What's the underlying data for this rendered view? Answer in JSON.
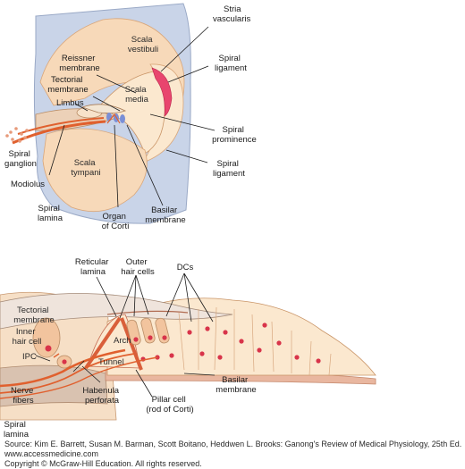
{
  "cochlea_cross_section": {
    "labels": {
      "scala_vestibuli": [
        "Scala",
        "vestibuli"
      ],
      "stria_vascularis": [
        "Stria",
        "vascularis"
      ],
      "reissner_membrane": [
        "Reissner",
        "membrane"
      ],
      "spiral_ligament_top": [
        "Spiral",
        "ligament"
      ],
      "tectorial_membrane": [
        "Tectorial",
        "membrane"
      ],
      "scala_media": [
        "Scala",
        "media"
      ],
      "limbus": "Limbus",
      "spiral_prominence": [
        "Spiral",
        "prominence"
      ],
      "spiral_ganglion": [
        "Spiral",
        "ganglion"
      ],
      "spiral_ligament_bottom": [
        "Spiral",
        "ligament"
      ],
      "scala_tympani": [
        "Scala",
        "tympani"
      ],
      "modiolus": "Modiolus",
      "spiral_lamina": [
        "Spiral",
        "lamina"
      ],
      "organ_of_corti": [
        "Organ",
        "of Corti"
      ],
      "basilar_membrane": [
        "Basilar",
        "membrane"
      ]
    }
  },
  "organ_of_corti_detail": {
    "labels": {
      "reticular_lamina": [
        "Reticular",
        "lamina"
      ],
      "outer_hair_cells": [
        "Outer",
        "hair cells"
      ],
      "dcs": "DCs",
      "tectorial_membrane": [
        "Tectorial",
        "membrane"
      ],
      "inner_hair_cell": [
        "Inner",
        "hair cell"
      ],
      "arch": "Arch",
      "ipc": "IPC",
      "tunnel": "Tunnel",
      "nerve_fibers": [
        "Nerve",
        "fibers"
      ],
      "habenula_perforata": [
        "Habenula",
        "perforata"
      ],
      "pillar_cell": [
        "Pillar cell",
        "(rod of Corti)"
      ],
      "basilar_membrane": [
        "Basilar",
        "membrane"
      ],
      "spiral_lamina": [
        "Spiral",
        "lamina"
      ]
    }
  },
  "footer": {
    "source": "Source: Kim E. Barrett, Susan M. Barman, Scott Boitano, Heddwen L. Brooks: Ganong's Review of Medical Physiology, 25th Ed.",
    "website": "www.accessmedicine.com",
    "copyright": "Copyright © McGraw-Hill Education.  All rights reserved."
  },
  "colors": {
    "bone": "#c9d4e8",
    "chamber": "#f7d9b9",
    "ligament": "#fbe8cf",
    "stria": "#e8456e",
    "nerve": "#e0602e",
    "hair_cell_blue": "#7a8fd6",
    "cell_body": "#f2c49e",
    "nucleus": "#d8344a"
  }
}
